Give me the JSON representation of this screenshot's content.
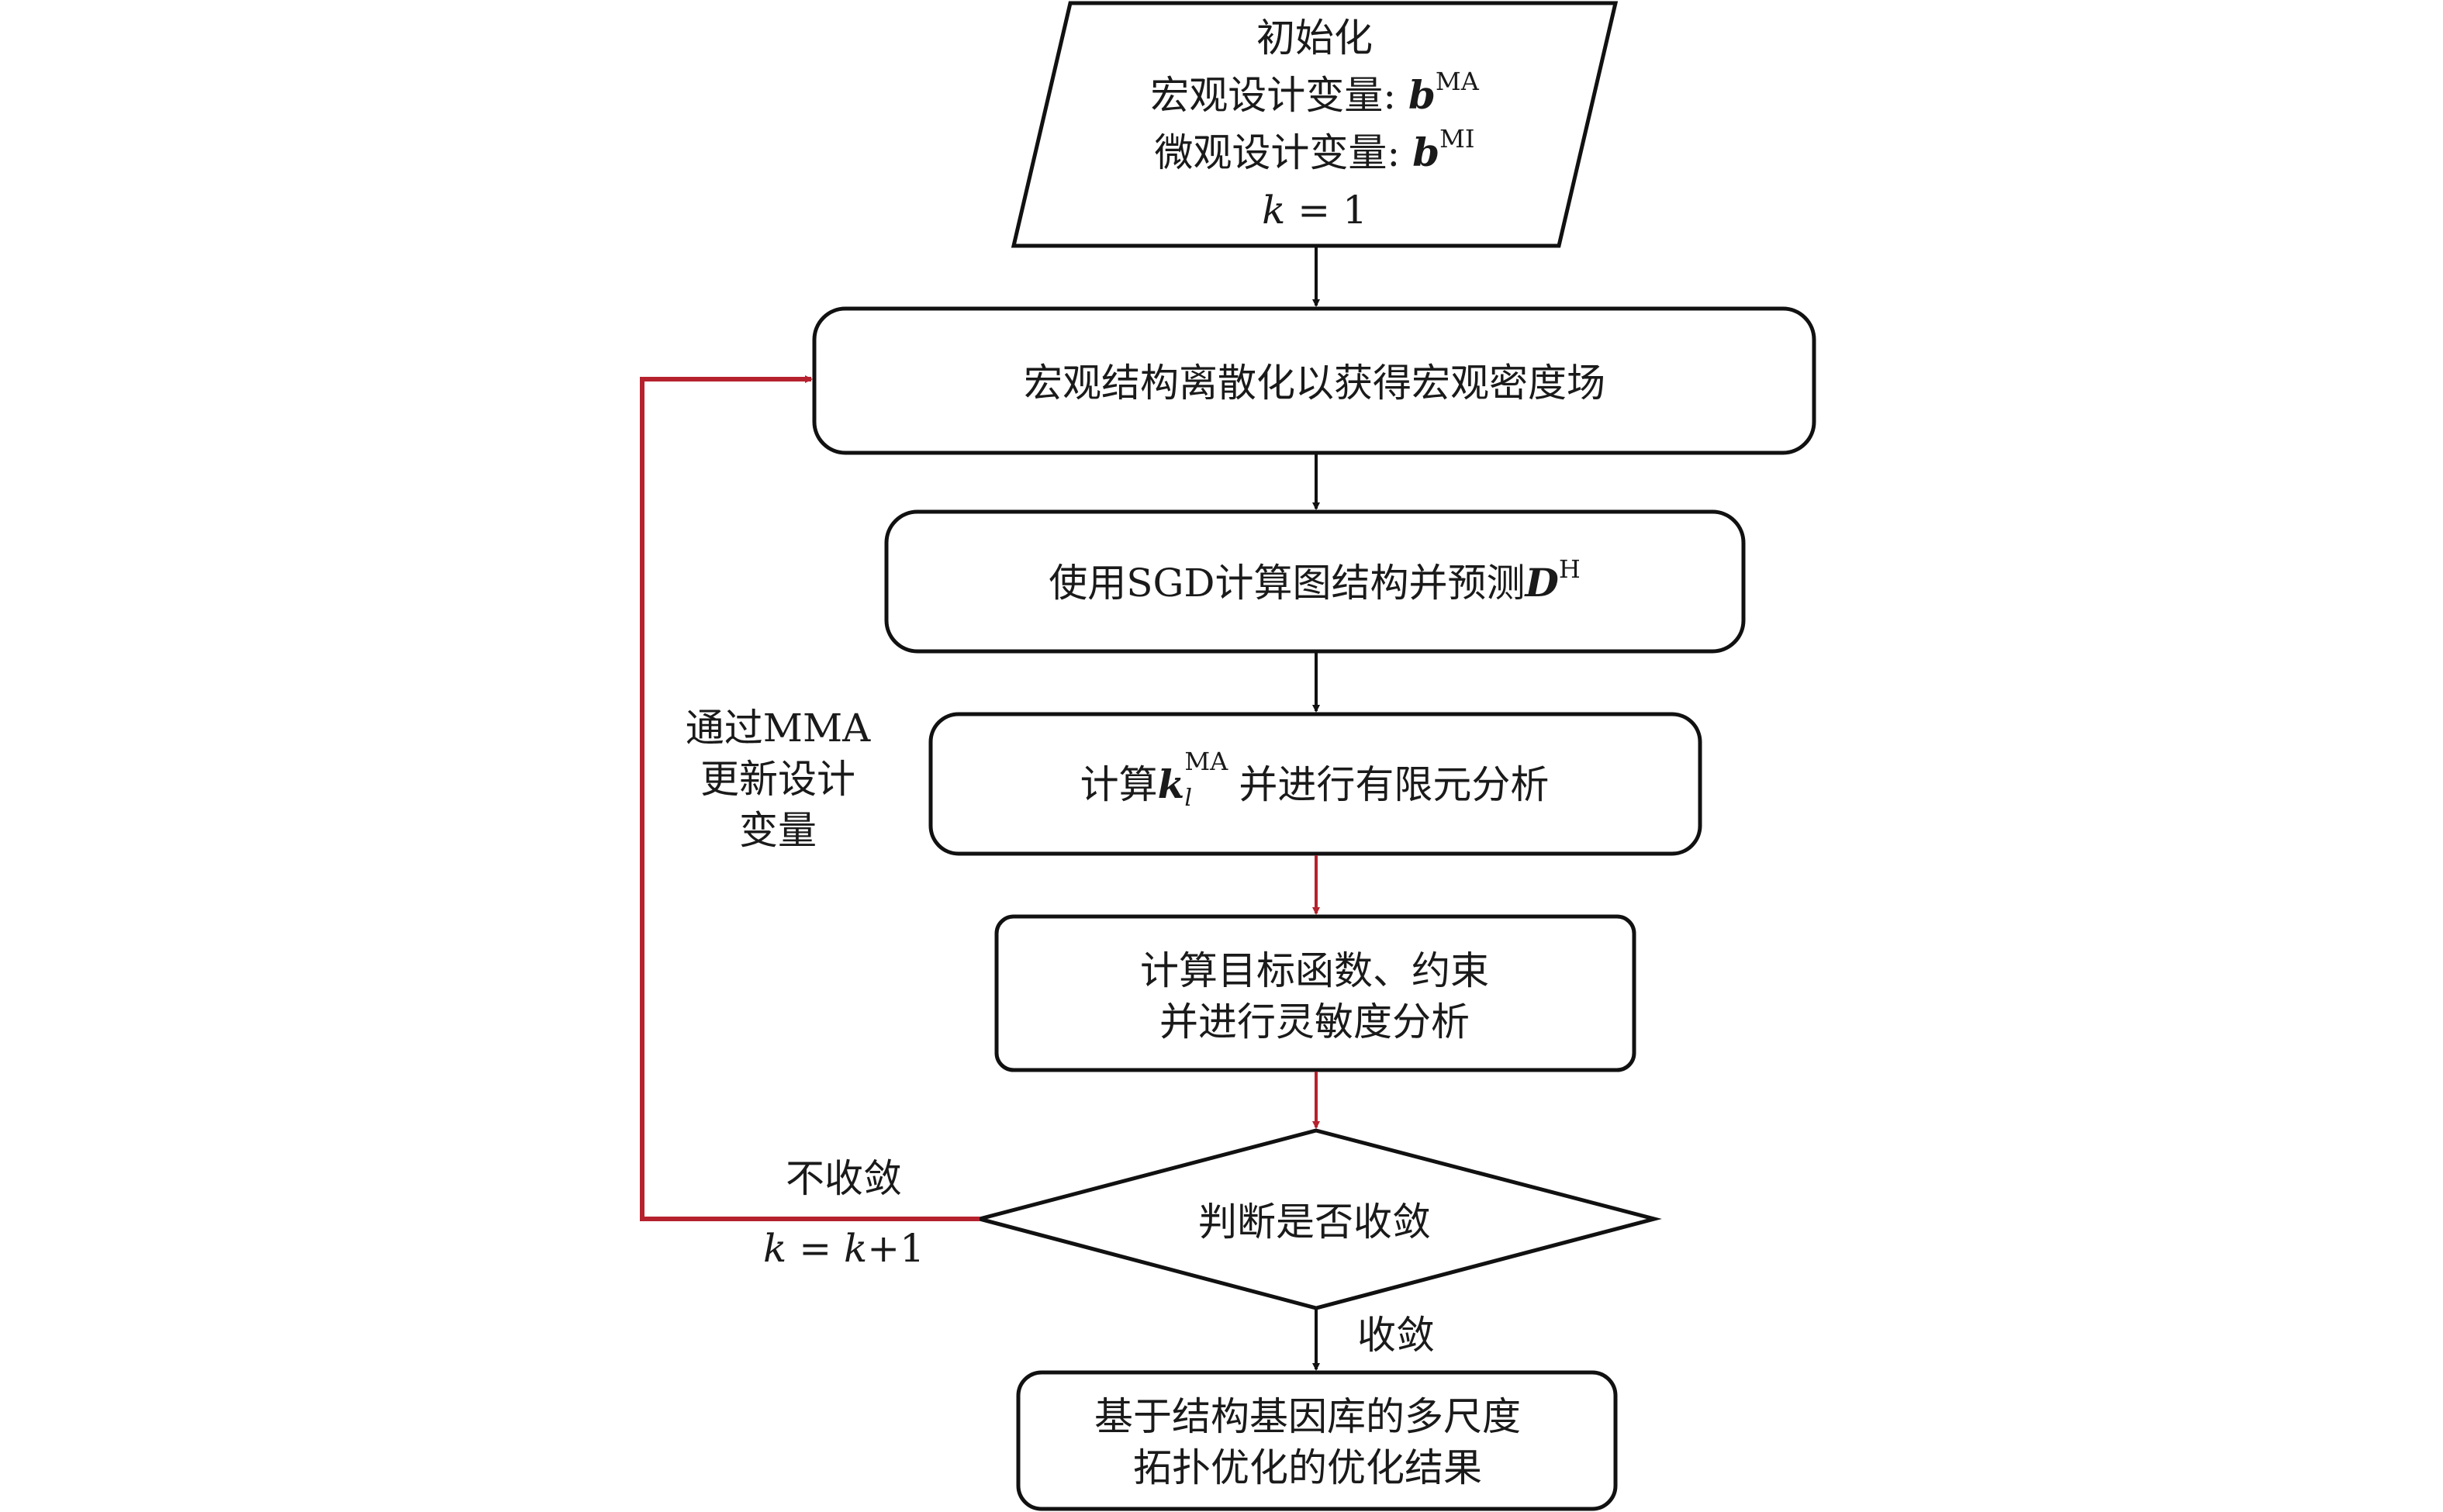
{
  "colors": {
    "stroke": "#111111",
    "loop": "#b5222e",
    "background": "#ffffff"
  },
  "nodes": {
    "init": {
      "title": "初始化",
      "macro_label": "宏观设计变量: ",
      "macro_var": "b",
      "macro_sup": "MA",
      "micro_label": "微观设计变量: ",
      "micro_var": "b",
      "micro_sup": "MI",
      "k_var": "k",
      "k_init": " = 1"
    },
    "discretize": {
      "text": "宏观结构离散化以获得宏观密度场"
    },
    "sgd": {
      "text": "使用SGD计算图结构并预测",
      "var": "D",
      "sup": "H"
    },
    "fea": {
      "pre": "计算",
      "var": "k",
      "sub": "l",
      "sup": "MA",
      "post": "并进行有限元分析"
    },
    "sensitivity": {
      "line1": "计算目标函数、约束",
      "line2": "并进行灵敏度分析"
    },
    "decision": {
      "text": "判断是否收敛"
    },
    "result": {
      "line1": "基于结构基因库的多尺度",
      "line2": "拓扑优化的优化结果"
    }
  },
  "edge_labels": {
    "update": {
      "line1": "通过MMA",
      "line2": "更新设计",
      "line3": "变量"
    },
    "not_converged": "不收敛",
    "increment_k": "k",
    "increment_rest": " = ",
    "increment_k2": "k",
    "increment_plus": "+1",
    "converged": "收敛"
  }
}
